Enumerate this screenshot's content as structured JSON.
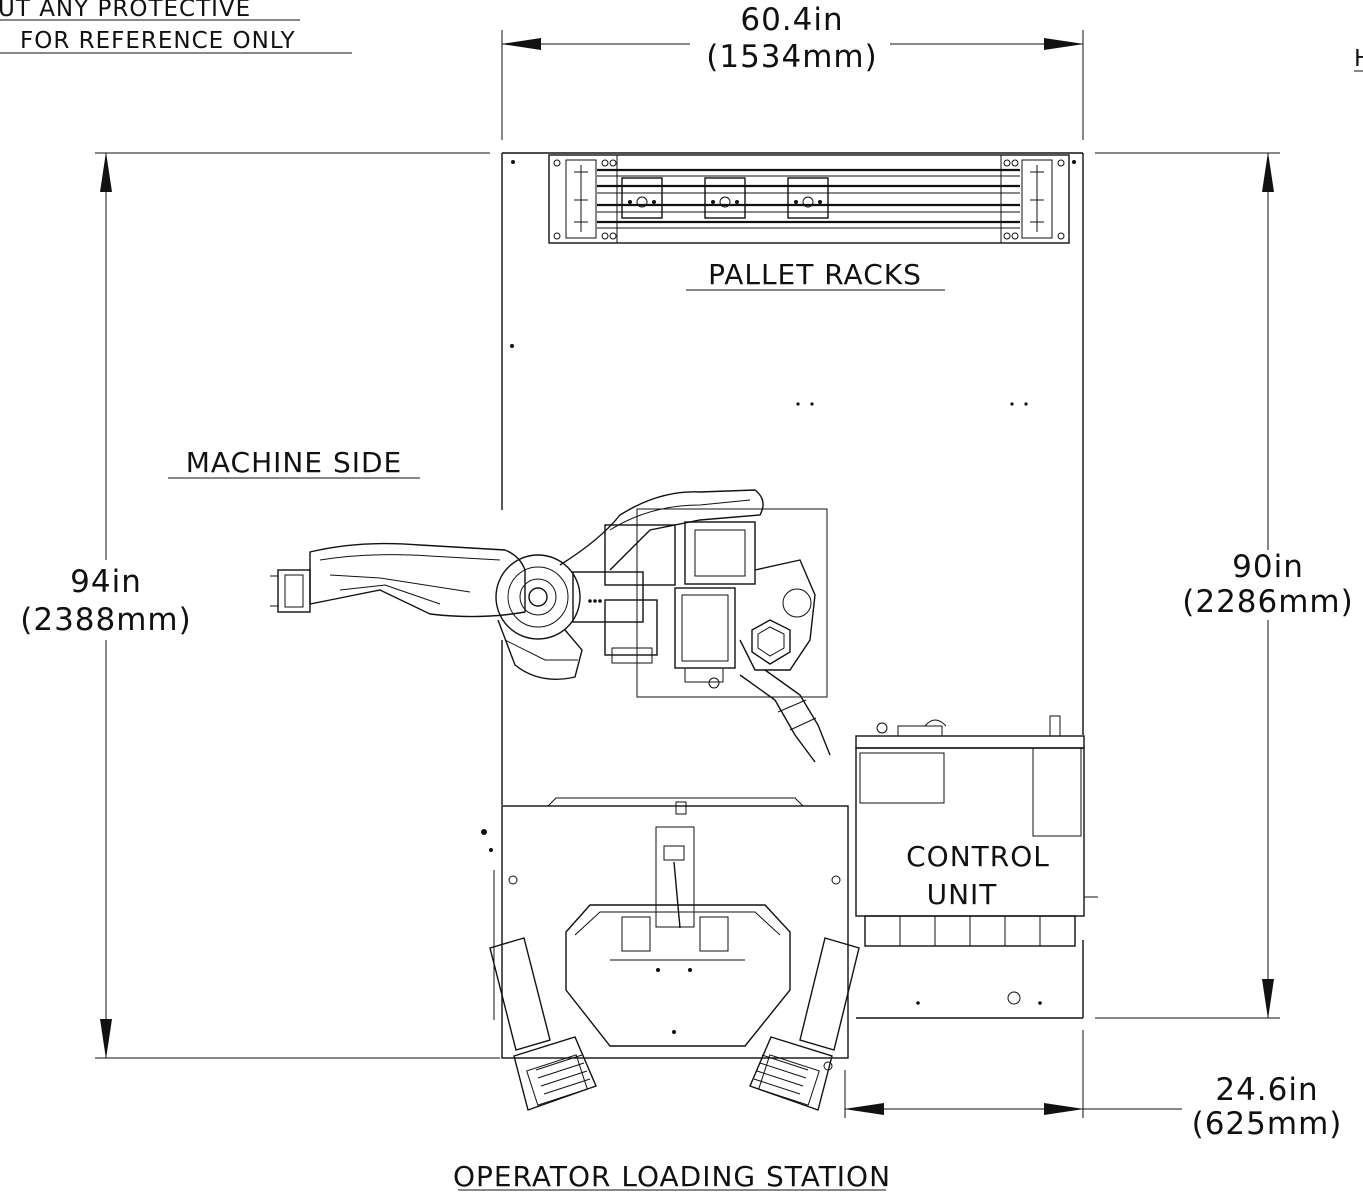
{
  "notes": {
    "line1": "UT ANY PROTECTIVE",
    "line2": "FOR REFERENCE ONLY",
    "right_edge_fragment": "H"
  },
  "dimensions": {
    "width_top": {
      "in": "60.4in",
      "mm": "(1534mm)"
    },
    "height_left": {
      "in": "94in",
      "mm": "(2388mm)"
    },
    "height_right": {
      "in": "90in",
      "mm": "(2286mm)"
    },
    "offset_bottom": {
      "in": "24.6in",
      "mm": "(625mm)"
    }
  },
  "areas": {
    "pallet_racks": "PALLET RACKS",
    "machine_side": "MACHINE SIDE",
    "control_unit_line1": "CONTROL",
    "control_unit_line2": "UNIT",
    "operator_station": "OPERATOR LOADING STATION"
  },
  "colors": {
    "ink": "#111111",
    "background": "#ffffff"
  }
}
